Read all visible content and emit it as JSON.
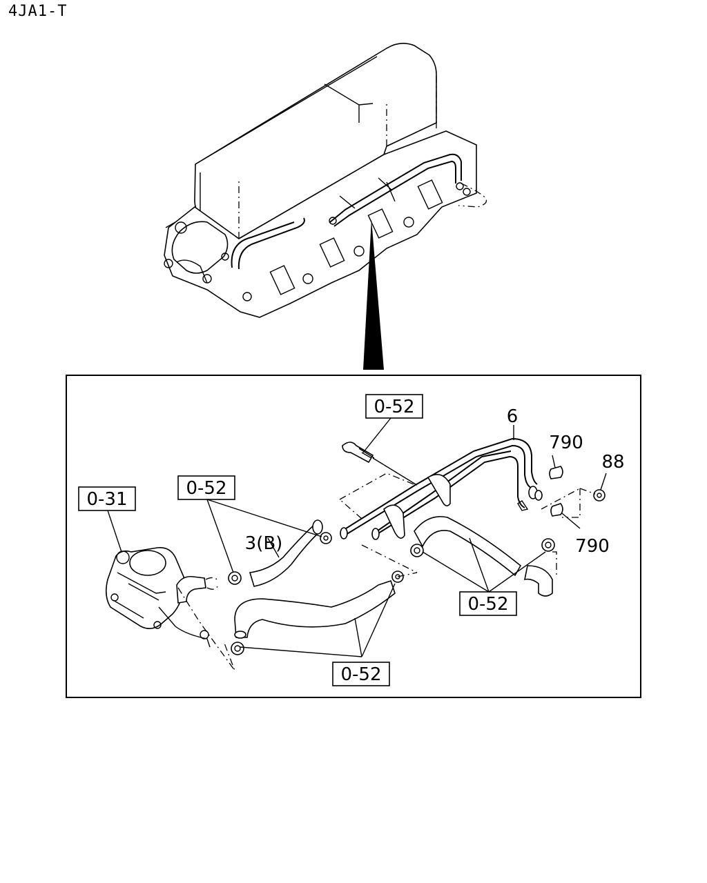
{
  "engine_code": "4JA1-T",
  "callouts": {
    "ref_top": "0-52",
    "ref_left": "0-31",
    "ref_mid": "0-52",
    "ref_right": "0-52",
    "ref_bottom": "0-52",
    "part_6": "6",
    "part_790_a": "790",
    "part_790_b": "790",
    "part_88": "88",
    "part_3b": "3(B)"
  }
}
